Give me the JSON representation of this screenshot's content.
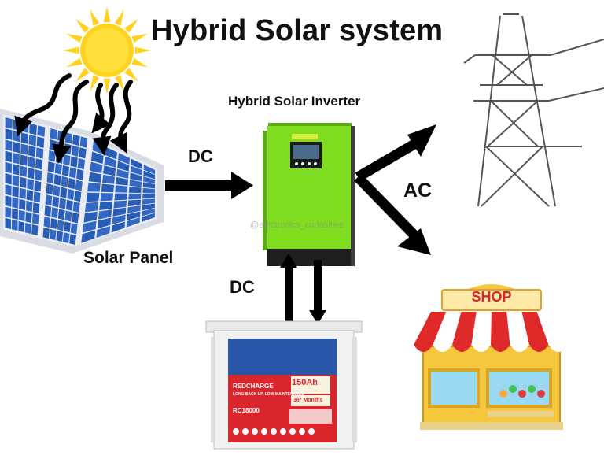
{
  "title": "Hybrid Solar system",
  "labels": {
    "inverter": "Hybrid Solar Inverter",
    "solar_panel": "Solar Panel",
    "dc_panel_to_inverter": "DC",
    "dc_battery": "DC",
    "ac_output": "AC",
    "shop_sign": "SHOP",
    "watermark": "@electronics_curiosities"
  },
  "battery": {
    "brand": "REDCHARGE",
    "tagline": "LONG BACK UP, LOW MAINTENANCE",
    "model": "RC18000",
    "capacity": "150Ah",
    "warranty": "36* Months"
  },
  "icons": [
    "sun-icon",
    "solar-panel-icon",
    "inverter-icon",
    "transmission-tower-icon",
    "shop-icon",
    "battery-icon"
  ],
  "colors": {
    "sun": "#ffd21f",
    "inverter": "#7fdc1e",
    "panel": "#2a5db8",
    "battery_band": "#d8262c",
    "battery_top": "#2a56a8",
    "shop_awning_red": "#e02a2a",
    "shop_body": "#f6c63c"
  }
}
